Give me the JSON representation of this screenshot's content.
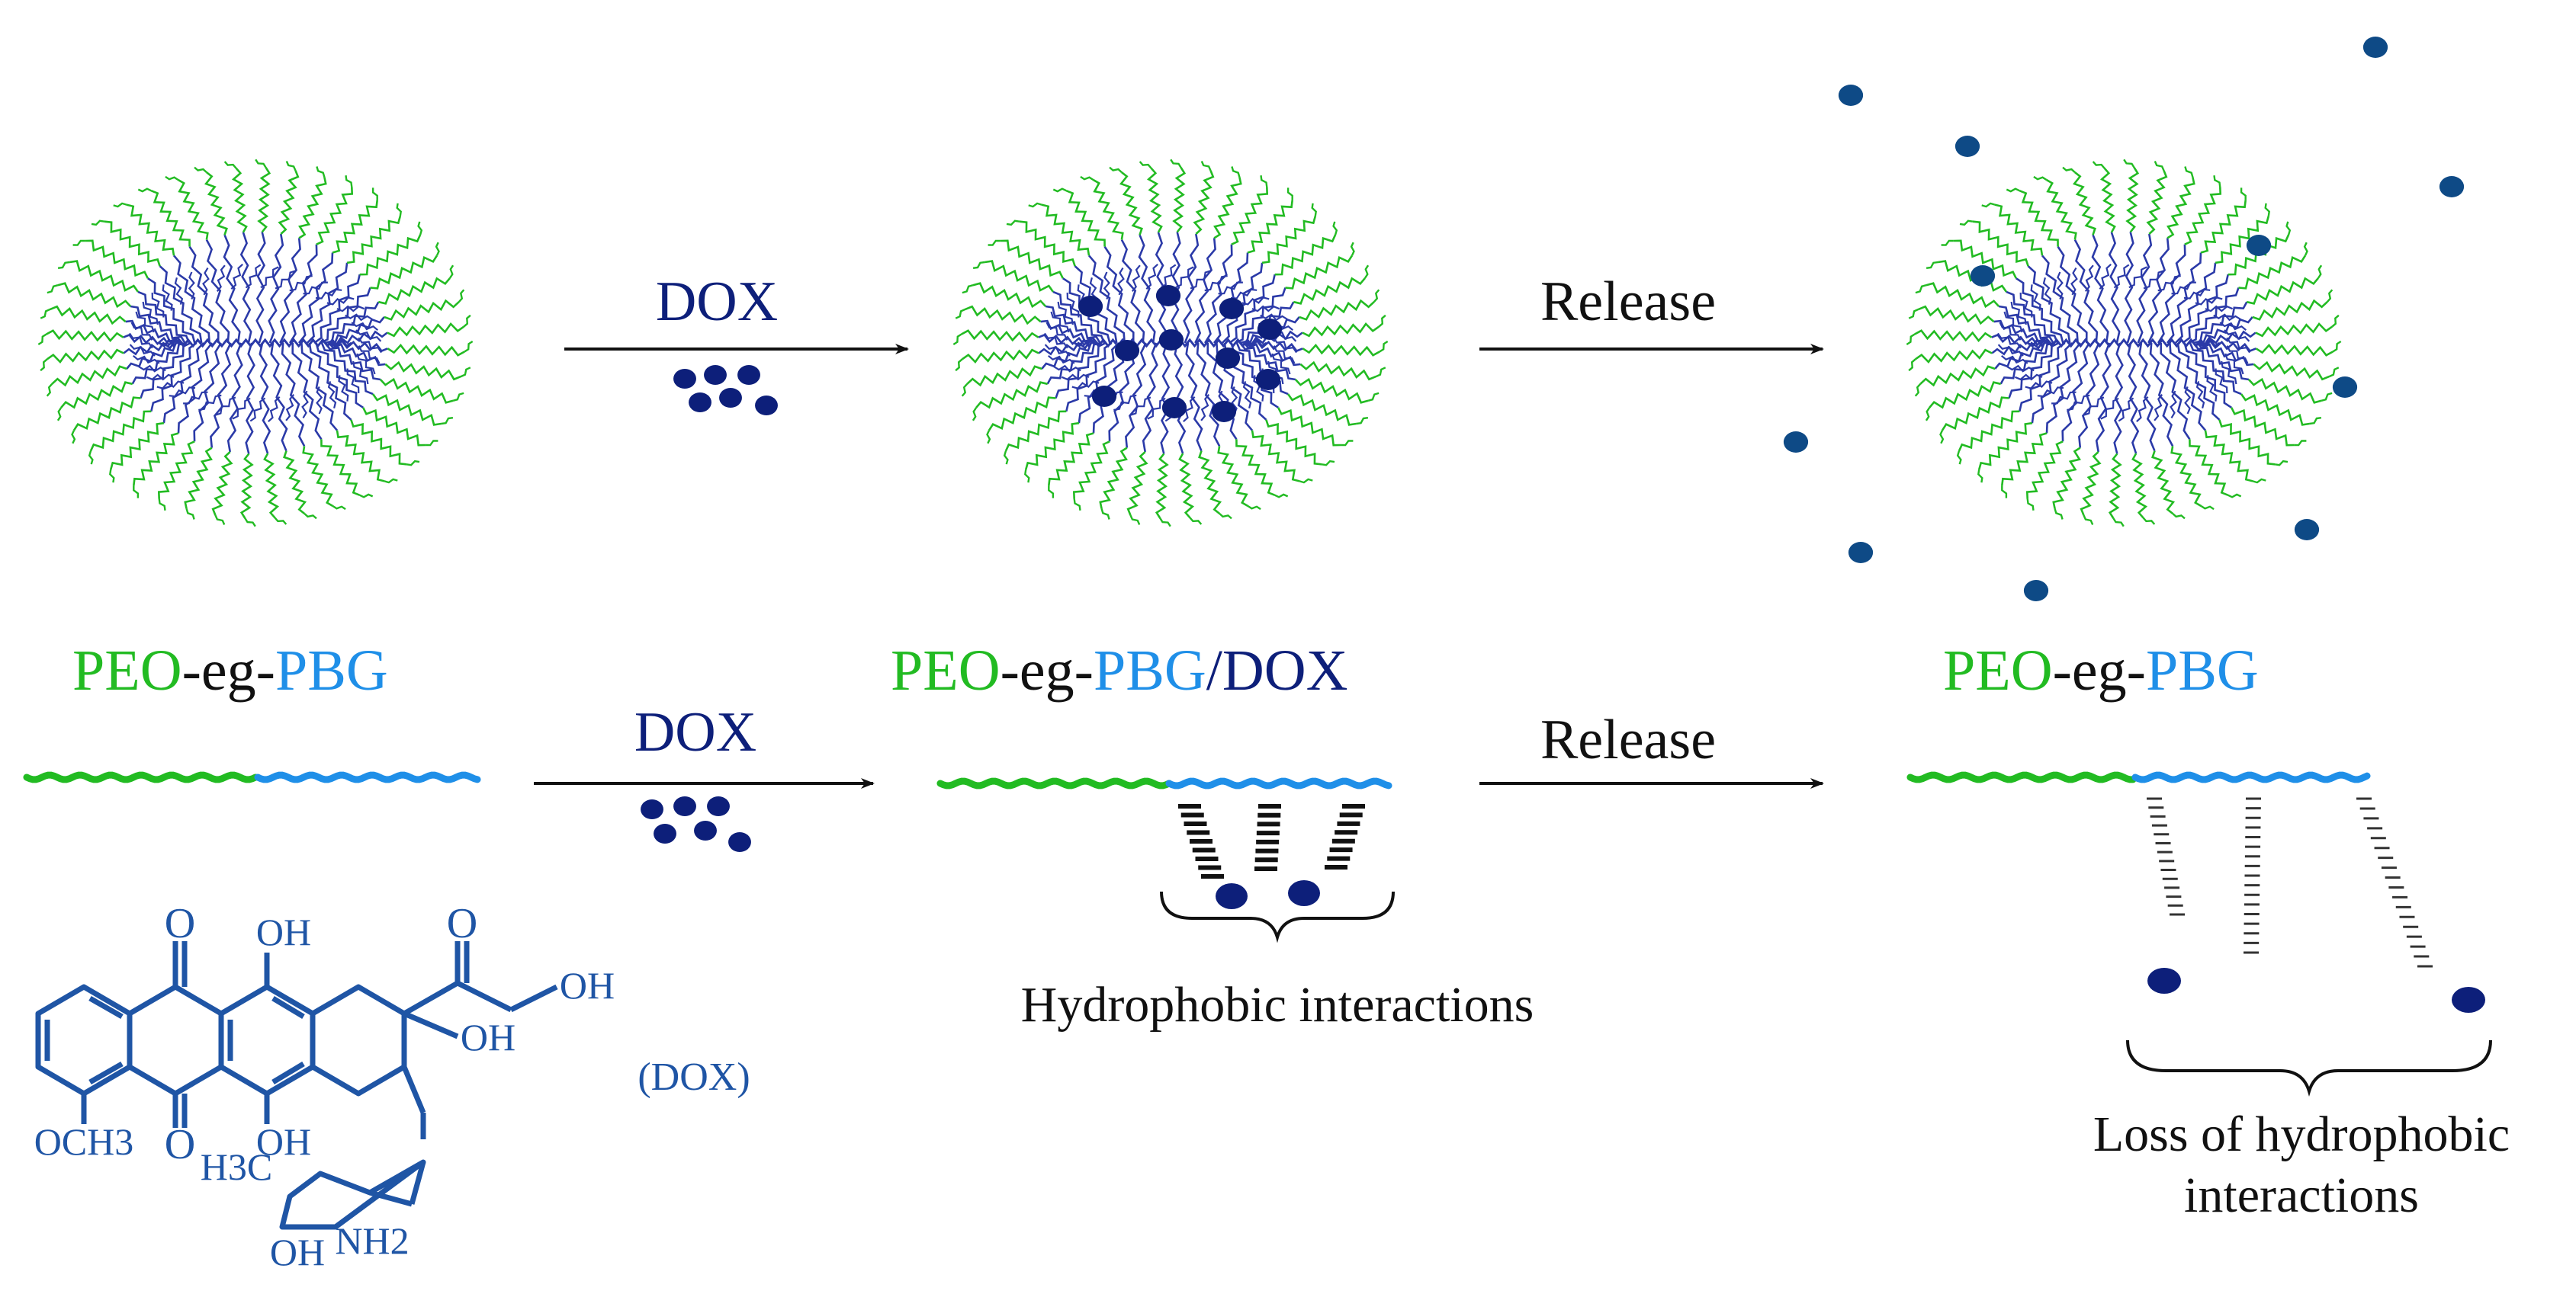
{
  "colors": {
    "peo": "#22bb22",
    "pbg": "#1f8fe8",
    "core": "#2b3aa8",
    "dox": "#0d1f7a",
    "dox_drug": "#0e4a86",
    "chem": "#1f55a5",
    "text": "#111111"
  },
  "top_row": {
    "arrow1_label": "DOX",
    "arrow2_label": "Release"
  },
  "bottom_row": {
    "polymer_left": {
      "peo": "PEO",
      "sep": "-eg-",
      "pbg": "PBG"
    },
    "polymer_mid": {
      "peo": "PEO",
      "sep": "-eg-",
      "pbg": "PBG",
      "slash": "/",
      "dox": "DOX"
    },
    "polymer_right": {
      "peo": "PEO",
      "sep": "-eg-",
      "pbg": "PBG"
    },
    "arrow1_label": "DOX",
    "arrow2_label": "Release",
    "hydrophobic_label": "Hydrophobic interactions",
    "loss_label_line1": "Loss of hydrophobic",
    "loss_label_line2": "interactions"
  },
  "structure": {
    "name": "(DOX)",
    "groups": {
      "ketone_top": "O",
      "oh_top": "OH",
      "ketone_side": "O",
      "oh_side1": "OH",
      "oh_side2": "OH",
      "och3": "OCH3",
      "ketone_bottom": "O",
      "oh_bottom": "OH",
      "ch3": "H3C",
      "oh_sugar": "OH",
      "nh2": "NH2"
    }
  }
}
